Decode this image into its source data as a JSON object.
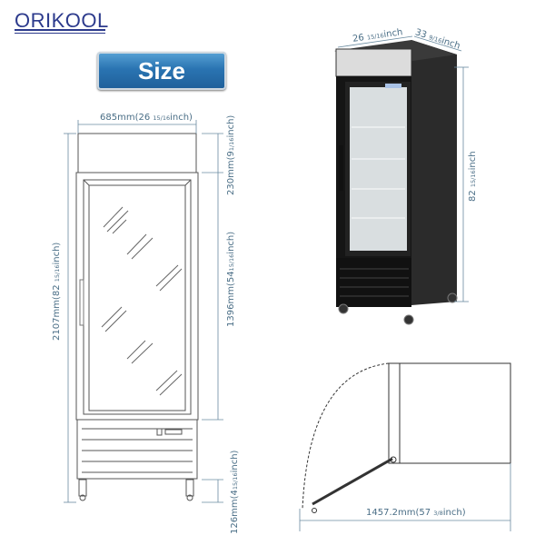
{
  "brand": {
    "name": "ORIKOOL"
  },
  "badge": {
    "label": "Size"
  },
  "front_view": {
    "width_label": {
      "value": "685mm(26 ",
      "frac": "15/16",
      "unit": "inch)"
    },
    "top_label": {
      "value": "230mm(9",
      "frac": "1/16",
      "unit": "inch)"
    },
    "door_label": {
      "value": "1396mm(54",
      "frac": "15/16",
      "unit": "inch)"
    },
    "total_height_label": {
      "value": "2107mm(82 ",
      "frac": "15/16",
      "unit": "inch)"
    },
    "caster_label": {
      "value": "126mm(4",
      "frac": "15/16",
      "unit": "inch)"
    }
  },
  "photo_view": {
    "width_label": {
      "value": "26 ",
      "frac": "15/16",
      "unit": "inch"
    },
    "depth_label": {
      "value": "33 ",
      "frac": "9/16",
      "unit": "inch"
    },
    "height_label": {
      "value": "82 ",
      "frac": "15/16",
      "unit": "inch"
    }
  },
  "top_view": {
    "door_swing_label": {
      "value": "1457.2mm(57 ",
      "frac": "3/8",
      "unit": "inch)"
    }
  },
  "colors": {
    "brand": "#2c3a8c",
    "badge": "#2a74b2",
    "dimension": "#4a6e86",
    "cabinet": "#1b1b1b"
  }
}
